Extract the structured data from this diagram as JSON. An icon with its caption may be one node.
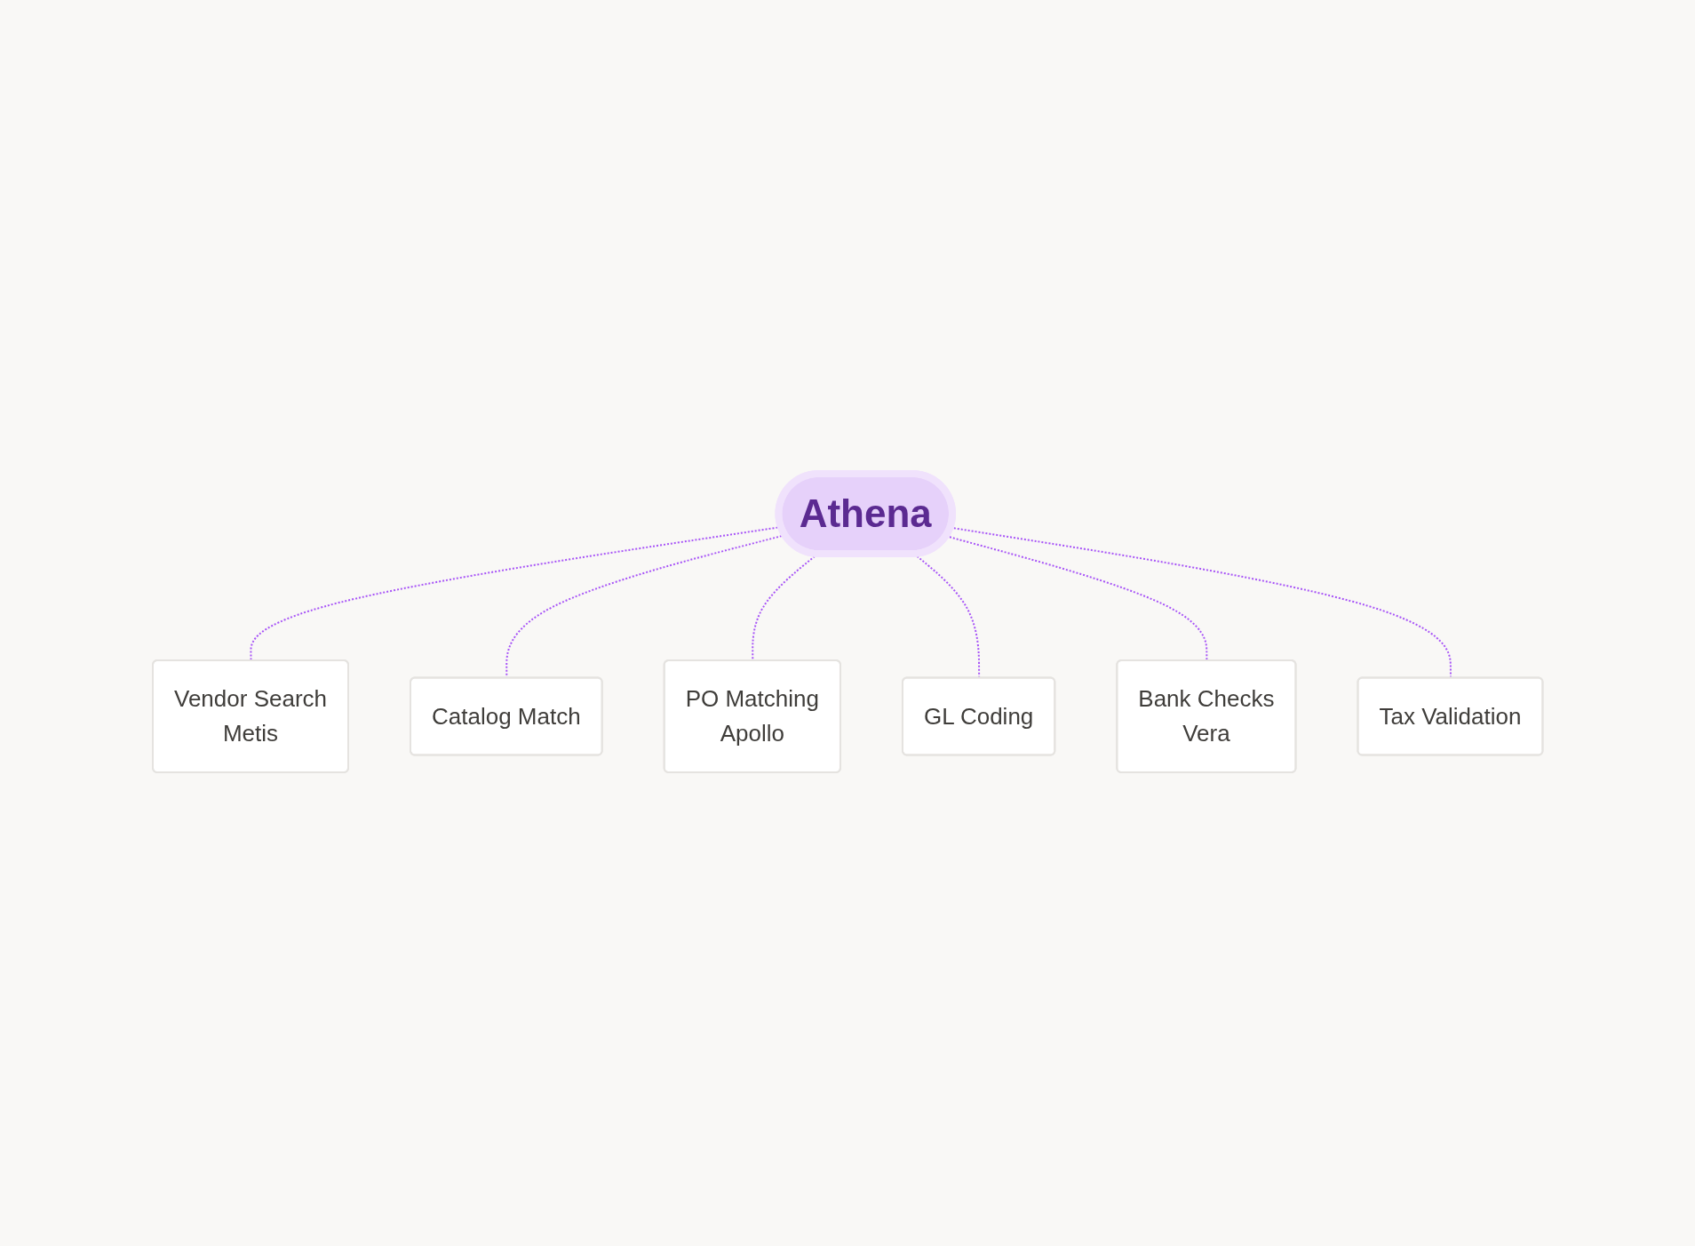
{
  "diagram": {
    "nodes": [
      {
        "text": [
          "Vendor Search",
          "Metis"
        ]
      },
      {
        "text": [
          "Catalog Match"
        ]
      },
      {
        "text": [
          "PO Matching",
          "Apollo"
        ]
      },
      {
        "text": [
          "Athena"
        ]
      },
      {
        "text": [
          "GL Coding"
        ]
      },
      {
        "text": [
          "Bank Checks",
          "Vera"
        ]
      },
      {
        "text": [
          "Tax Validation"
        ]
      }
    ],
    "edges": [
      {
        "from": 3,
        "to": 0,
        "arrow": "none",
        "style": "dashed"
      },
      {
        "from": 3,
        "to": 1,
        "arrow": "none",
        "style": "dashed"
      },
      {
        "from": 3,
        "to": 2,
        "arrow": "none",
        "style": "dashed"
      },
      {
        "from": 3,
        "to": 4,
        "arrow": "none",
        "style": "dashed"
      },
      {
        "from": 3,
        "to": 5,
        "arrow": "none",
        "style": "dashed"
      },
      {
        "from": 3,
        "to": 6,
        "arrow": "none",
        "style": "dashed"
      }
    ]
  }
}
